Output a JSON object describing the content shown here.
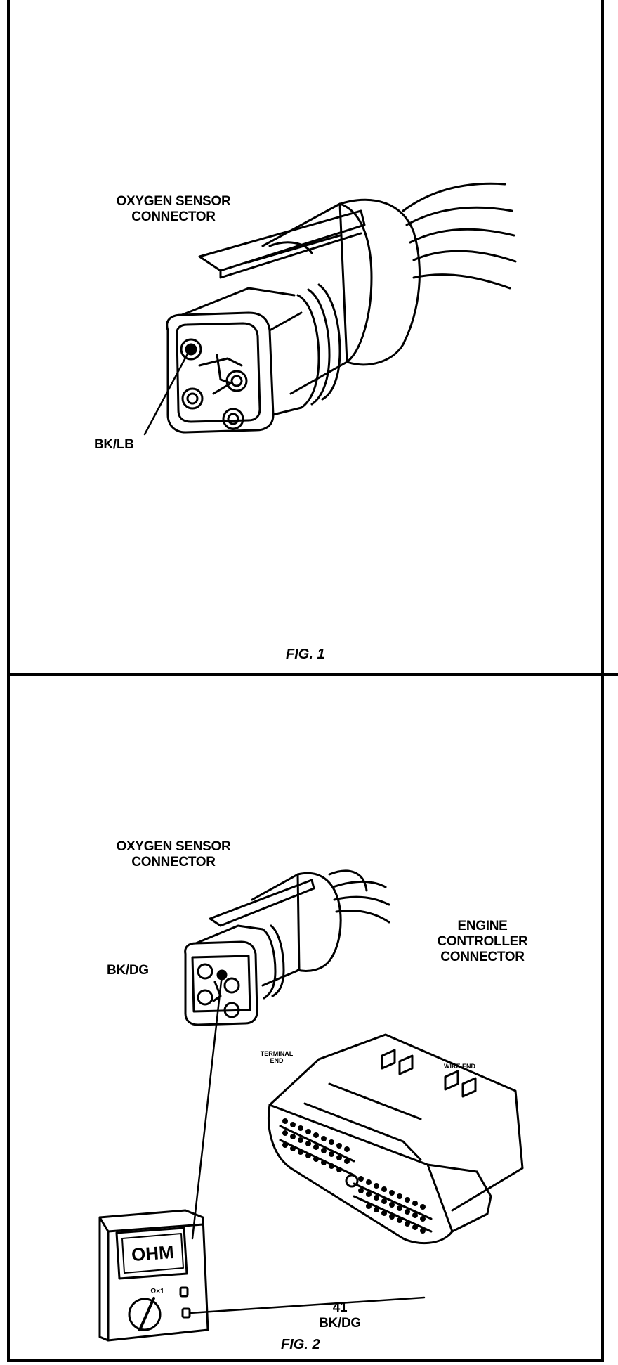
{
  "fig1": {
    "label_connector_line1": "OXYGEN SENSOR",
    "label_connector_line2": "CONNECTOR",
    "label_wire": "BK/LB",
    "caption": "FIG. 1"
  },
  "fig2": {
    "label_o2_line1": "OXYGEN SENSOR",
    "label_o2_line2": "CONNECTOR",
    "label_wire_o2": "BK/DG",
    "label_ecm_line1": "ENGINE",
    "label_ecm_line2": "CONTROLLER",
    "label_ecm_line3": "CONNECTOR",
    "label_terminal_line1": "TERMINAL",
    "label_terminal_line2": "END",
    "label_wire_end": "WIRE END",
    "meter_display": "OHM",
    "meter_range": "Ω×1",
    "label_pin_number": "41",
    "label_pin_wire": "BK/DG",
    "caption": "FIG. 2"
  }
}
